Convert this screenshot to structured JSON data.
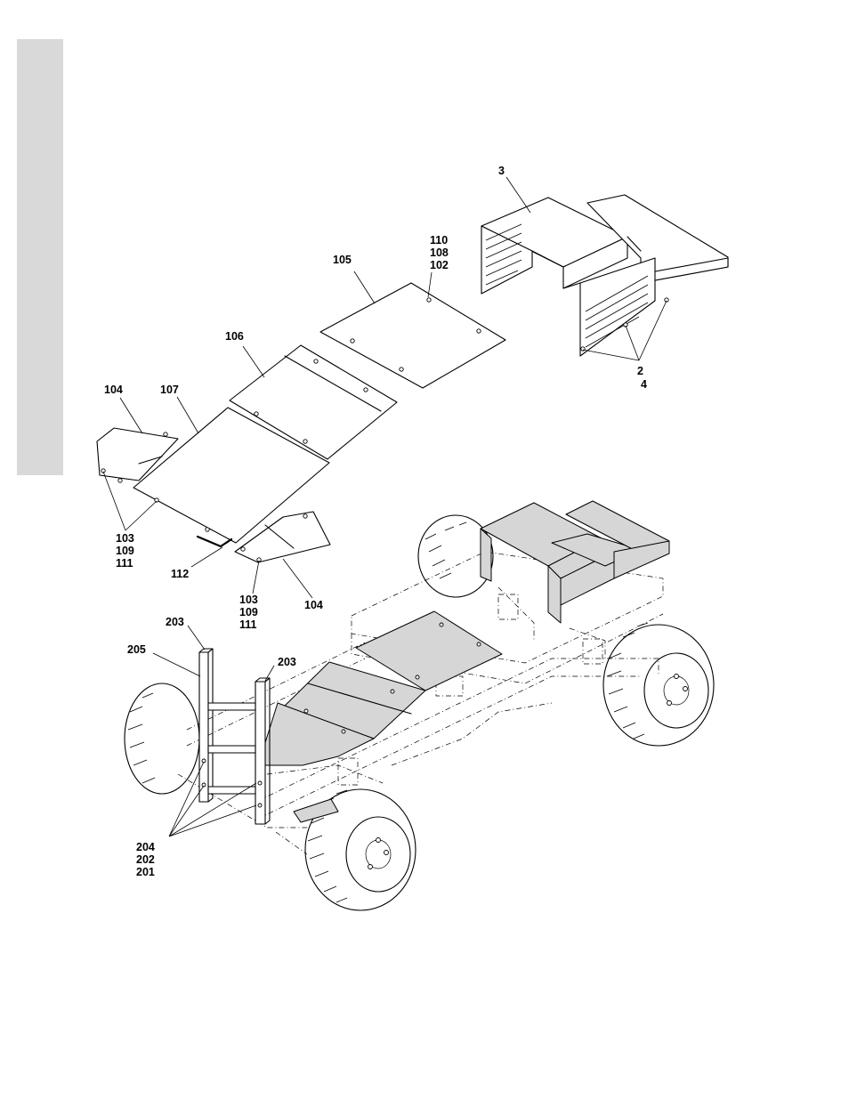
{
  "callouts": {
    "c_3": "3",
    "c_110": "110",
    "c_108": "108",
    "c_102": "102",
    "c_105": "105",
    "c_106": "106",
    "c_107": "107",
    "c_104a": "104",
    "c_2": "2",
    "c_4": "4",
    "c_103a": "103",
    "c_109a": "109",
    "c_111a": "111",
    "c_112": "112",
    "c_103b": "103",
    "c_109b": "109",
    "c_111b": "111",
    "c_104b": "104",
    "c_203a": "203",
    "c_205": "205",
    "c_203b": "203",
    "c_204": "204",
    "c_202": "202",
    "c_201": "201"
  },
  "colors": {
    "side_tab": "#d9d9d9",
    "shaded_plate": "#d6d6d6",
    "line": "#000000"
  }
}
